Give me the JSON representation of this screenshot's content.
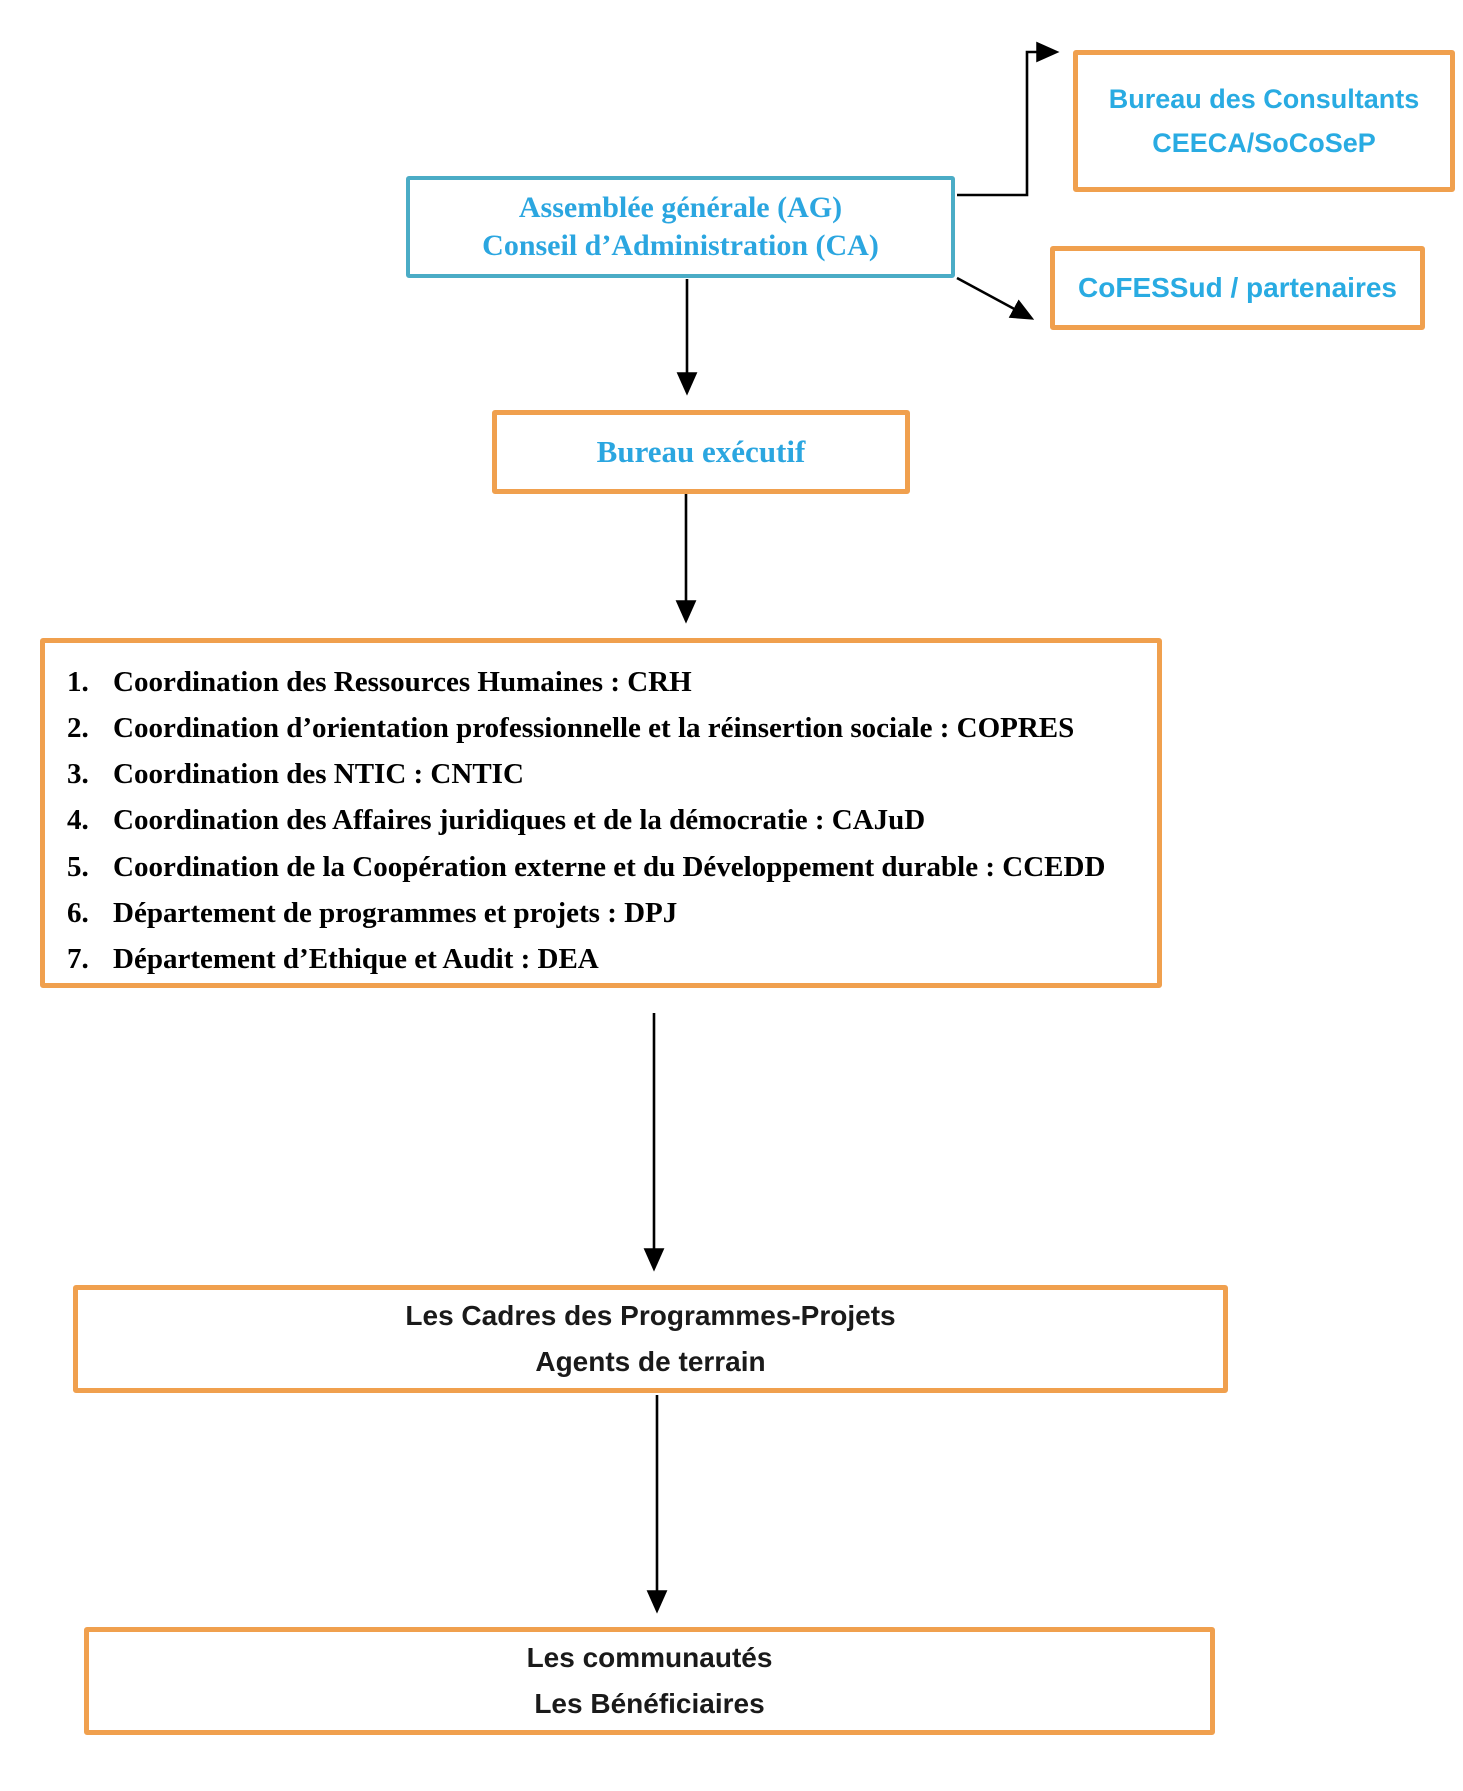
{
  "diagram": {
    "ag_ca": {
      "line1": "Assemblée générale (AG)",
      "line2": "Conseil d’Administration (CA)"
    },
    "consultants": {
      "line1": "Bureau des Consultants",
      "line2": "CEECA/SoCoSeP"
    },
    "cofessud": {
      "label": "CoFESSud / partenaires"
    },
    "bureau_executif": {
      "label": "Bureau exécutif"
    },
    "coordination_list": {
      "items": [
        {
          "num": "1.",
          "text": "Coordination des Ressources Humaines : CRH"
        },
        {
          "num": "2.",
          "text": "Coordination d’orientation professionnelle et la réinsertion sociale : COPRES"
        },
        {
          "num": "3.",
          "text": "Coordination des NTIC : CNTIC"
        },
        {
          "num": "4.",
          "text": "Coordination des Affaires juridiques et de la démocratie : CAJuD"
        },
        {
          "num": "5.",
          "text": "Coordination de la Coopération externe et du Développement durable : CCEDD"
        },
        {
          "num": "6.",
          "text": "Département de programmes et projets : DPJ"
        },
        {
          "num": "7.",
          "text": "Département d’Ethique et Audit : DEA"
        }
      ]
    },
    "cadres": {
      "line1": "Les Cadres des Programmes-Projets",
      "line2": "Agents de terrain"
    },
    "communautes": {
      "line1": "Les communautés",
      "line2": "Les Bénéficiaires"
    }
  },
  "colors": {
    "orange_border": "#F0A04E",
    "teal_border": "#4BACC6",
    "blue_text": "#29ABE2",
    "black_text": "#1a1a1a",
    "arrow": "#000000"
  }
}
